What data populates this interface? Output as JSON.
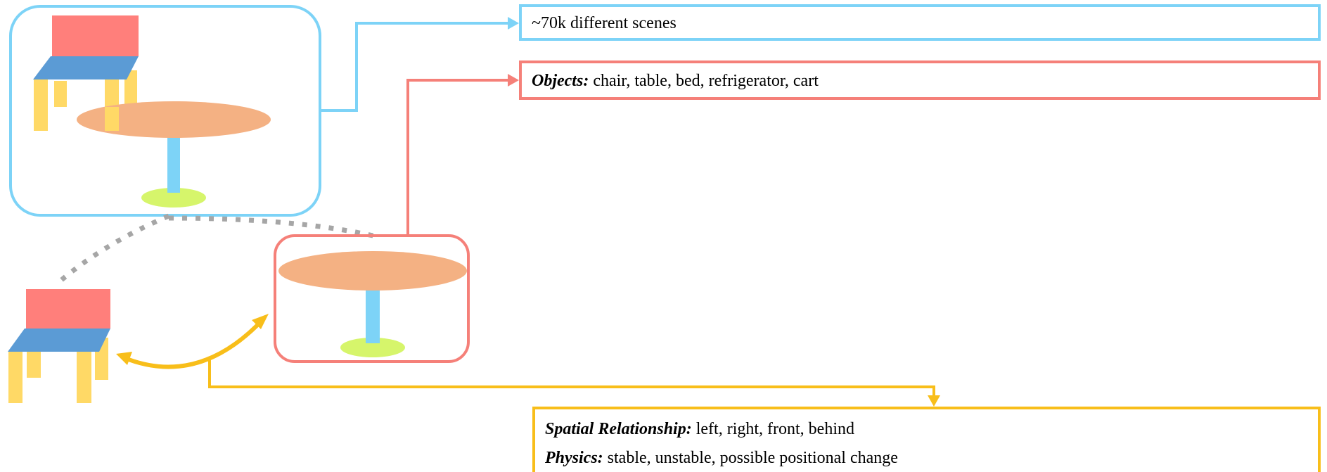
{
  "diagram": {
    "scenes_box": {
      "text": "~70k different scenes"
    },
    "objects_box": {
      "key": "Objects:",
      "text": "chair, table, bed, refrigerator, cart"
    },
    "relations_box": {
      "spatial_key": "Spatial Relationship:",
      "spatial_text": "left, right, front, behind",
      "physics_key": "Physics:",
      "physics_text": "stable, unstable, possible positional change"
    }
  },
  "colors": {
    "blue_frame": "#7dd3f7",
    "red_frame": "#f58079",
    "yellow_frame": "#f8be1a",
    "chair_back": "#ff7f7b",
    "chair_seat": "#5b9bd5",
    "chair_legs": "#ffd966",
    "table_top": "#f4b183",
    "table_leg": "#7dd3f7",
    "table_base": "#d6f56b",
    "dotted": "#a6a6a6"
  },
  "icons": [
    "chair-icon",
    "table-icon"
  ]
}
